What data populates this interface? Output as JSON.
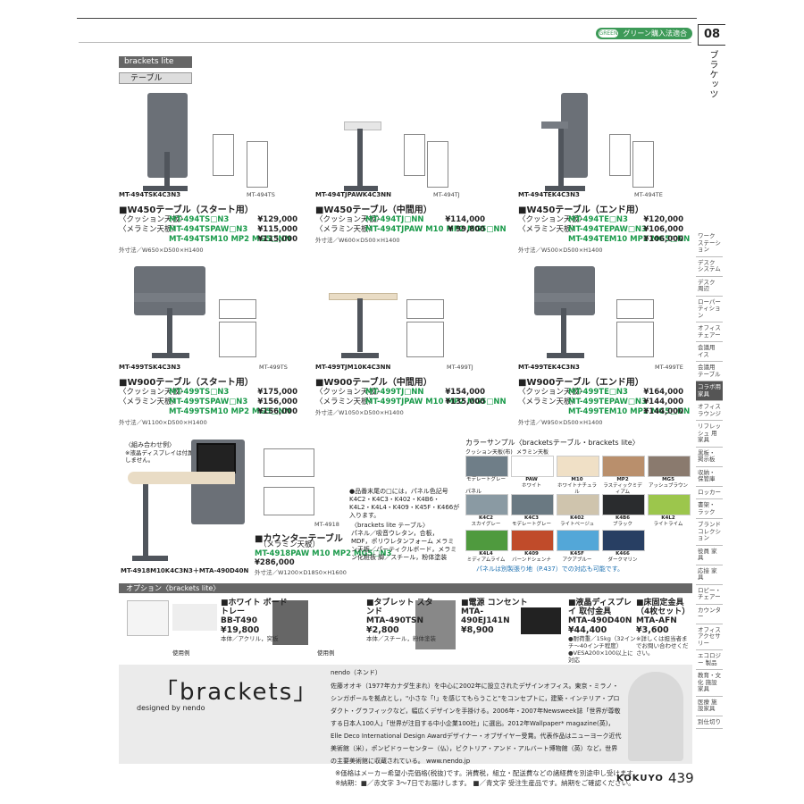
{
  "header": {
    "badge": "グリーン購入法適合",
    "badge_leaf": "GREEN",
    "page_tab": "08",
    "section_title": "ブラケッツ"
  },
  "series_tag": "brackets lite",
  "sub_tag": "テーブル",
  "sidebar": [
    "ワーク ステーション",
    "デスク システム",
    "デスク 周辺",
    "ローパー ティション",
    "オフィス チェアー",
    "会議用 イス",
    "会議用 テーブル",
    "コラボ用 家具",
    "オフィス ラウンジ",
    "リフレッシュ 用家具",
    "黒板・ 掲示板",
    "収納・ 保管庫",
    "ロッカー",
    "書架・ ラック",
    "ブランド コレクション",
    "役員 家具",
    "応接 家具",
    "ロビー・ チェアー",
    "カウンター",
    "オフィス アクセサリー",
    "エコロジー 製品",
    "教育・文化 施設家具",
    "医療 施設家具",
    "別仕切り"
  ],
  "products_row1": [
    {
      "model_label": "MT-494TSK4C3N3",
      "dim_model": "MT-494TS",
      "title": "■W450テーブル（スタート用）",
      "lines": [
        {
          "spec": "〈クッション天板〉",
          "code": "MT-494TS□N3",
          "price": "¥129,000"
        },
        {
          "spec": "〈メラミン天板〉",
          "code": "MT-494TSPAW□N3",
          "price": "¥115,000"
        },
        {
          "spec": "",
          "code": "MT-494TSM10 MP2 MG5□NN",
          "price": "¥115,000"
        }
      ],
      "size": "外寸法／W650×D500×H1400"
    },
    {
      "model_label": "MT-494TJPAWK4C3NN",
      "dim_model": "MT-494TJ",
      "title": "■W450テーブル（中間用）",
      "lines": [
        {
          "spec": "〈クッション天板〉",
          "code": "MT-494TJ□NN",
          "price": "¥114,000"
        },
        {
          "spec": "〈メラミン天板〉",
          "code": "MT-494TJPAW M10 MP2 MG5□NN",
          "price": "¥ 99,800"
        }
      ],
      "size": "外寸法／W600×D500×H1400"
    },
    {
      "model_label": "MT-494TEK4C3N3",
      "dim_model": "MT-494TE",
      "title": "■W450テーブル（エンド用）",
      "lines": [
        {
          "spec": "〈クッション天板〉",
          "code": "MT-494TE□N3",
          "price": "¥120,000"
        },
        {
          "spec": "〈メラミン天板〉",
          "code": "MT-494TEPAW□N3",
          "price": "¥106,000"
        },
        {
          "spec": "",
          "code": "MT-494TEM10 MP2 MG5□NN",
          "price": "¥106,000"
        }
      ],
      "size": "外寸法／W500×D500×H1400"
    }
  ],
  "products_row2": [
    {
      "model_label": "MT-499TSK4C3N3",
      "dim_model": "MT-499TS",
      "title": "■W900テーブル（スタート用）",
      "lines": [
        {
          "spec": "〈クッション天板〉",
          "code": "MT-499TS□N3",
          "price": "¥175,000"
        },
        {
          "spec": "〈メラミン天板〉",
          "code": "MT-499TSPAW□N3",
          "price": "¥156,000"
        },
        {
          "spec": "",
          "code": "MT-499TSM10 MP2 MG5□NN",
          "price": "¥156,000"
        }
      ],
      "size": "外寸法／W1100×D500×H1400"
    },
    {
      "model_label": "MT-499TJM10K4C3NN",
      "dim_model": "MT-499TJ",
      "title": "■W900テーブル（中間用）",
      "lines": [
        {
          "spec": "〈クッション天板〉",
          "code": "MT-499TJ□NN",
          "price": "¥154,000"
        },
        {
          "spec": "〈メラミン天板〉",
          "code": "MT-499TJPAW M10 MP2 MG5□NN",
          "price": "¥135,000"
        }
      ],
      "size": "外寸法／W1050×D500×H1400"
    },
    {
      "model_label": "MT-499TEK4C3N3",
      "dim_model": "MT-499TE",
      "title": "■W900テーブル（エンド用）",
      "lines": [
        {
          "spec": "〈クッション天板〉",
          "code": "MT-499TE□N3",
          "price": "¥164,000"
        },
        {
          "spec": "〈メラミン天板〉",
          "code": "MT-499TEPAW□N3",
          "price": "¥144,000"
        },
        {
          "spec": "",
          "code": "MT-499TEM10 MP2 MG5□NN",
          "price": "¥144,000"
        }
      ],
      "size": "外寸法／W950×D500×H1400"
    }
  ],
  "counter": {
    "example_label": "〈組み合わせ例〉",
    "example_note": "※液晶ディスプレイは付属しません。",
    "combo_label": "MT-4918M10K4C3N3＋MTA-490D40N",
    "dim_model": "MT-4918",
    "title": "■カウンターテーブル",
    "spec": "（メラミン天板）",
    "code": "MT-4918PAW M10 MP2 MG5□N3",
    "price": "¥286,000",
    "size": "外寸法／W1200×D1850×H1600"
  },
  "notes": {
    "panel_colors": "●品番末尾の□には，パネル色記号K4C2・K4C3・K402・K4B6・K4L2・K4L4・K409・K45F・K466が入ります。",
    "materials_title": "〈brackets lite テーブル〉",
    "materials": "パネル／吸音ウレタン，合板，MDF，ポリウレタンフォーム メラミン天板／パーティクルボード，メラミン化粧板 脚／スチール，粉体塗装"
  },
  "colors": {
    "title": "カラーサンプル〈bracketsテーブル・brackets lite〉",
    "cushion_label": "クッション天板(布)",
    "melamine_label": "メラミン天板",
    "panel_label": "パネル",
    "top": [
      {
        "code": "",
        "name": "モデレートグレー",
        "color": "#6f7e88"
      },
      {
        "code": "PAW",
        "name": "ホワイト",
        "color": "#ffffff"
      },
      {
        "code": "M10",
        "name": "ホワイトナチュラル",
        "color": "#f0e0c6"
      },
      {
        "code": "MP2",
        "name": "ラスティックミディアム",
        "color": "#b98f6c"
      },
      {
        "code": "MG5",
        "name": "アッシュブラウン",
        "color": "#8a7a6e"
      }
    ],
    "panels": [
      {
        "code": "K4C2",
        "name": "スカイグレー",
        "color": "#8a9aa3"
      },
      {
        "code": "K4C3",
        "name": "モデレートグレー",
        "color": "#6a7982"
      },
      {
        "code": "K402",
        "name": "ライトベージュ",
        "color": "#cfc4ad"
      },
      {
        "code": "K4B6",
        "name": "ブラック",
        "color": "#2a2c2e"
      },
      {
        "code": "K4L2",
        "name": "ライトライム",
        "color": "#9cc64c"
      },
      {
        "code": "K4L4",
        "name": "ミディアムライム",
        "color": "#4f9a3e"
      },
      {
        "code": "K409",
        "name": "バーンドシェンナ",
        "color": "#c04b2a"
      },
      {
        "code": "K45F",
        "name": "アクアブルー",
        "color": "#53a7d8"
      },
      {
        "code": "K466",
        "name": "ダークマリン",
        "color": "#283f63"
      }
    ],
    "note": "パネルは別製張り地（P.437）での対応も可能です。"
  },
  "options": {
    "bar": "オプション〈brackets lite〉",
    "usage": "使用例",
    "items": [
      {
        "title": "■ホワイト ボードトレー",
        "code": "BB-T490",
        "price": "¥19,800",
        "note": "本体／アクリル，突板"
      },
      {
        "title": "■タブレット スタンド",
        "code": "MTA-490TSN",
        "price": "¥2,800",
        "note": "本体／スチール，粉体塗装"
      },
      {
        "title": "■電源 コンセント",
        "code": "MTA-490EJ141N",
        "price": "¥8,900",
        "note": ""
      },
      {
        "title": "■液晶ディスプレイ 取付金具",
        "code": "MTA-490D40N",
        "price": "¥44,400",
        "note": "●耐荷重／15kg（32インチ～40インチ程度） ●VESA200×100以上に対応"
      },
      {
        "title": "■床固定金具 （4枚セット）",
        "code": "MTA-AFN",
        "price": "¥3,600",
        "note": "※詳しくは担当者までお問い合わせください。"
      }
    ]
  },
  "nendo": {
    "logo": "「brackets」",
    "designed_by": "designed by nendo",
    "name": "nendo（ネンド）",
    "body": "佐藤オオキ（1977年カナダ生まれ）を中心に2002年に設立されたデザインオフィス。東京・ミラノ・シンガポールを拠点とし，\"小さな「!」を感じてもらうこと\"をコンセプトに，建築・インテリア・プロダクト・グラフィックなど，幅広くデザインを手掛ける。2006年・2007年Newsweek誌「世界が尊敬する日本人100人」「世界が注目する中小企業100社」に選出。2012年Wallpaper* magazine(英)，Elle Deco International Design Awardデザイナー・オブザイヤー受賞。代表作品はニューヨーク近代美術館（米），ポンピドゥーセンター（仏），ビクトリア・アンド・アルバート博物館（英）など，世界の主要美術館に収蔵されている。 www.nendo.jp"
  },
  "footer": {
    "line1": "※価格はメーカー希望小売価格(税抜)です。消費税，組立・配送費などの諸経費を別途申し受けます。",
    "line2": "※納期：■／赤文字 3～7日でお届けします。 ■／青文字 受注生産品です。納期をご確認ください。",
    "brand": "KOKUYO",
    "page": "439"
  }
}
